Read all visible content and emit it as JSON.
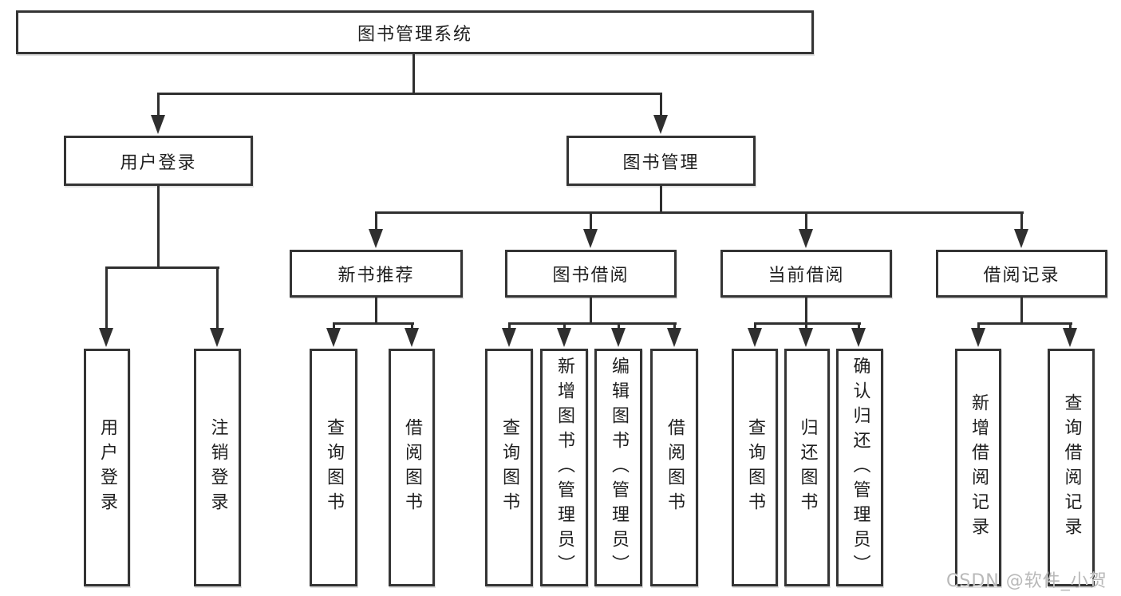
{
  "diagram": {
    "root": {
      "label": "图书管理系统"
    },
    "branches": [
      {
        "label": "用户登录",
        "children": [
          {
            "label": "用户登录"
          },
          {
            "label": "注销登录"
          }
        ]
      },
      {
        "label": "图书管理",
        "children": [
          {
            "label": "新书推荐",
            "children": [
              {
                "label": "查询图书"
              },
              {
                "label": "借阅图书"
              }
            ]
          },
          {
            "label": "图书借阅",
            "children": [
              {
                "label": "查询图书"
              },
              {
                "label": "新增图书（管理员）"
              },
              {
                "label": "编辑图书（管理员）"
              },
              {
                "label": "借阅图书"
              }
            ]
          },
          {
            "label": "当前借阅",
            "children": [
              {
                "label": "查询图书"
              },
              {
                "label": "归还图书"
              },
              {
                "label": "确认归还（管理员）"
              }
            ]
          },
          {
            "label": "借阅记录",
            "children": [
              {
                "label": "新增借阅记录"
              },
              {
                "label": "查询借阅记录"
              }
            ]
          }
        ]
      }
    ],
    "colors": {
      "line": "#2f2f2f",
      "box_border": "#343434",
      "text": "#1f1f1f",
      "background": "#ffffff",
      "watermark": "#b9b9b9"
    }
  },
  "watermark": {
    "text": "CSDN @软件_小贺同学"
  }
}
